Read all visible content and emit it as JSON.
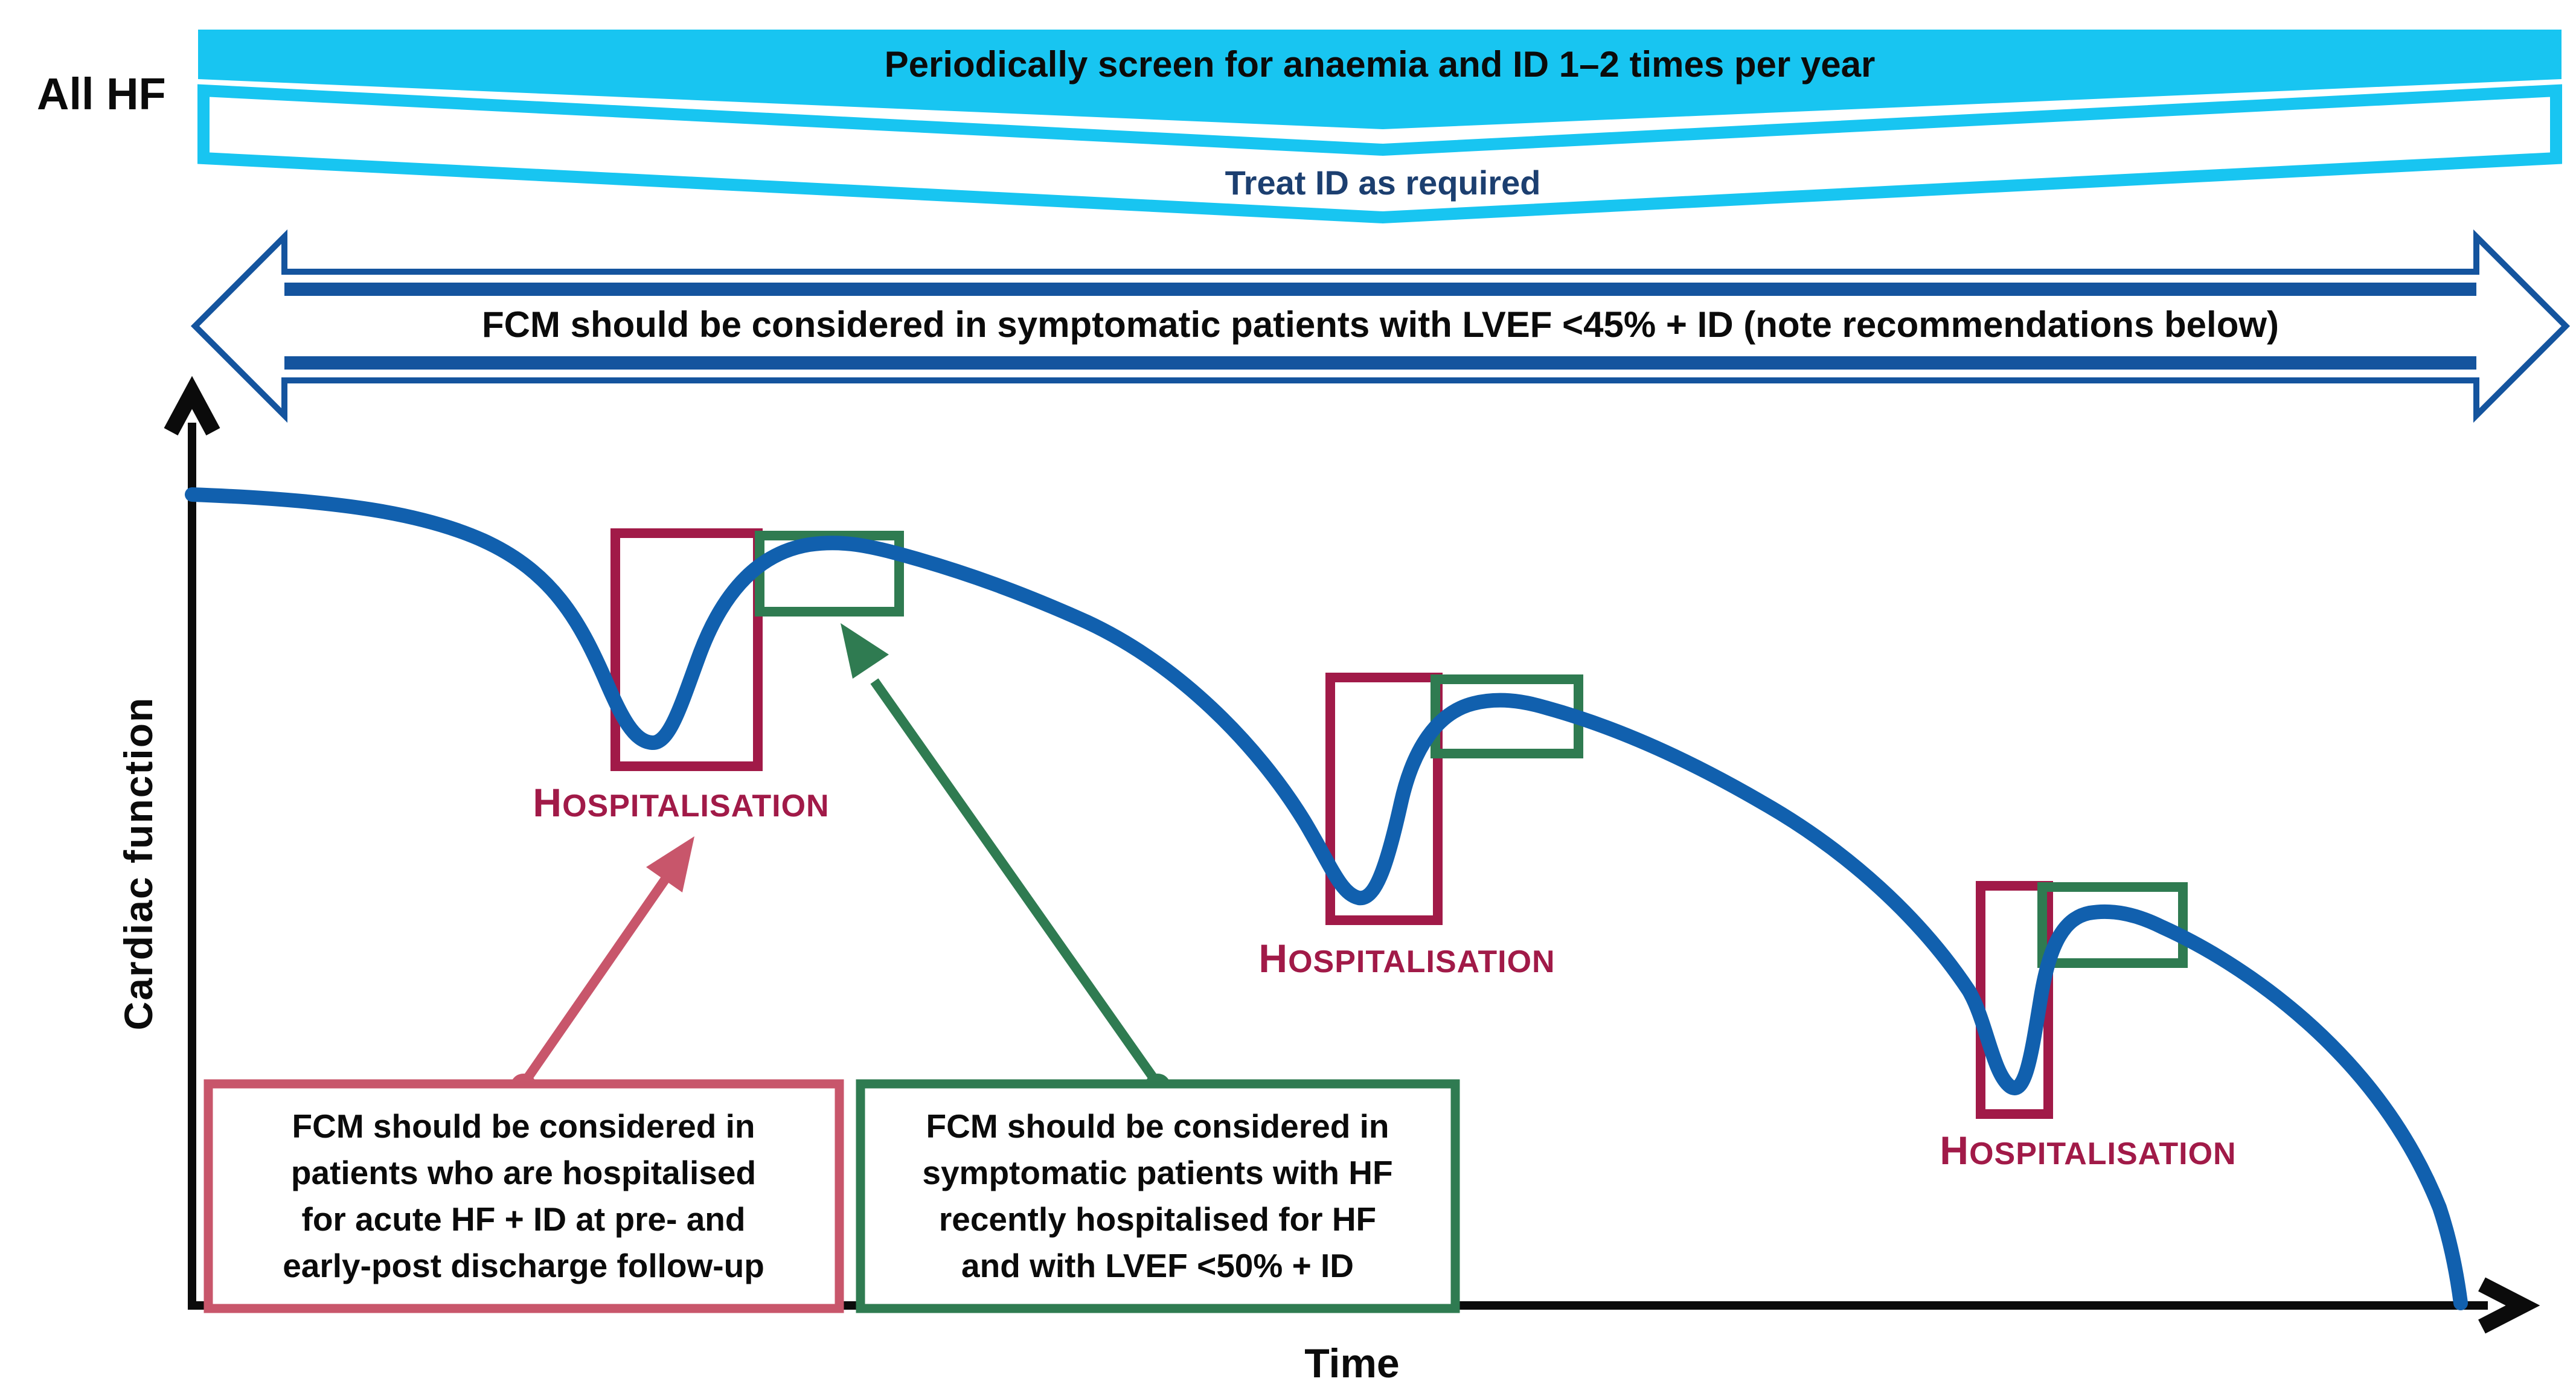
{
  "banners": {
    "all_hf": "All HF",
    "screen": "Periodically screen for anaemia and ID 1–2 times per year",
    "treat": "Treat ID as required",
    "fcm": "FCM should be considered in symptomatic patients with LVEF <45% + ID (note recommendations below)"
  },
  "chart": {
    "y_axis_label": "Cardiac function",
    "x_axis_label": "Time",
    "hospitalisations": [
      {
        "initial": "H",
        "rest": "OSPITALISATION"
      },
      {
        "initial": "H",
        "rest": "OSPITALISATION"
      },
      {
        "initial": "H",
        "rest": "OSPITALISATION"
      }
    ]
  },
  "callouts": {
    "hospitalised": {
      "lines": [
        "FCM should be considered in",
        "patients who are hospitalised",
        "for acute HF + ID at pre- and",
        "early-post discharge follow-up"
      ]
    },
    "recently_hospitalised": {
      "lines": [
        "FCM should be considered in",
        "symptomatic patients with HF",
        "recently hospitalised for HF",
        "and with LVEF <50% + ID"
      ]
    }
  },
  "colors": {
    "cyan": "#18c5f1",
    "navy_text": "#1c3f70",
    "arrow_blue": "#14549e",
    "curve_blue": "#1160ae",
    "maroon": "#a11a48",
    "green": "#2f7b51",
    "rose": "#c8566b",
    "black": "#0b0b0b"
  }
}
